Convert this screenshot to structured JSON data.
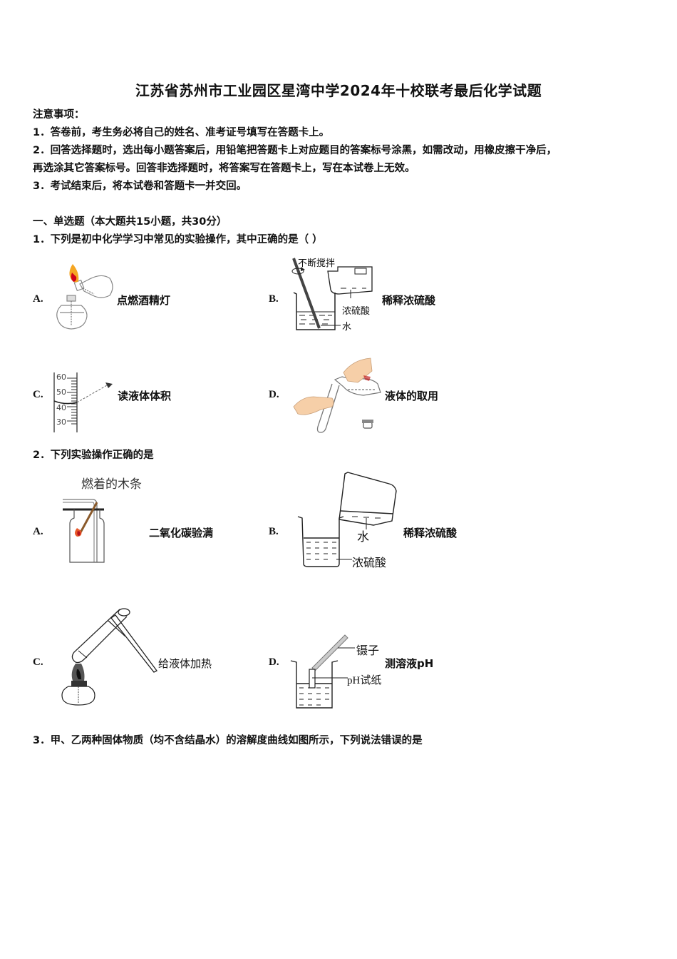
{
  "title": "江苏省苏州市工业园区星湾中学2024年十校联考最后化学试题",
  "notice": {
    "heading": "注意事项：",
    "items": [
      "1．答卷前，考生务必将自己的姓名、准考证号填写在答题卡上。",
      "2．回答选择题时，选出每小题答案后，用铅笔把答题卡上对应题目的答案标号涂黑，如需改动，用橡皮擦干净后，",
      "再选涂其它答案标号。回答非选择题时，将答案写在答题卡上，写在本试卷上无效。",
      "3．考试结束后，将本试卷和答题卡一并交回。"
    ]
  },
  "section": {
    "heading": "一、单选题（本大题共15小题，共30分）"
  },
  "questions": [
    {
      "stem": "1．下列是初中化学学习中常见的实验操作，其中正确的是（  ）",
      "options": [
        {
          "letter": "A.",
          "caption": "点燃酒精灯",
          "labels": []
        },
        {
          "letter": "B.",
          "caption": "稀释浓硫酸",
          "labels": [
            "不断搅拌",
            "浓硫酸",
            "水"
          ]
        },
        {
          "letter": "C.",
          "caption": "读液体体积",
          "labels": [
            "60",
            "50",
            "40",
            "30"
          ]
        },
        {
          "letter": "D.",
          "caption": "液体的取用",
          "labels": []
        }
      ]
    },
    {
      "stem": "2．下列实验操作正确的是",
      "options": [
        {
          "letter": "A.",
          "caption": "二氧化碳验满",
          "labels": [
            "燃着的木条"
          ]
        },
        {
          "letter": "B.",
          "caption": "稀释浓硫酸",
          "labels": [
            "水",
            "浓硫酸"
          ]
        },
        {
          "letter": "C.",
          "caption": "给液体加热",
          "labels": []
        },
        {
          "letter": "D.",
          "caption": "测溶液pH",
          "labels": [
            "镊子",
            "pH试纸"
          ]
        }
      ]
    },
    {
      "stem": "3．甲、乙两种固体物质（均不含结晶水）的溶解度曲线如图所示，下列说法错误的是"
    }
  ]
}
